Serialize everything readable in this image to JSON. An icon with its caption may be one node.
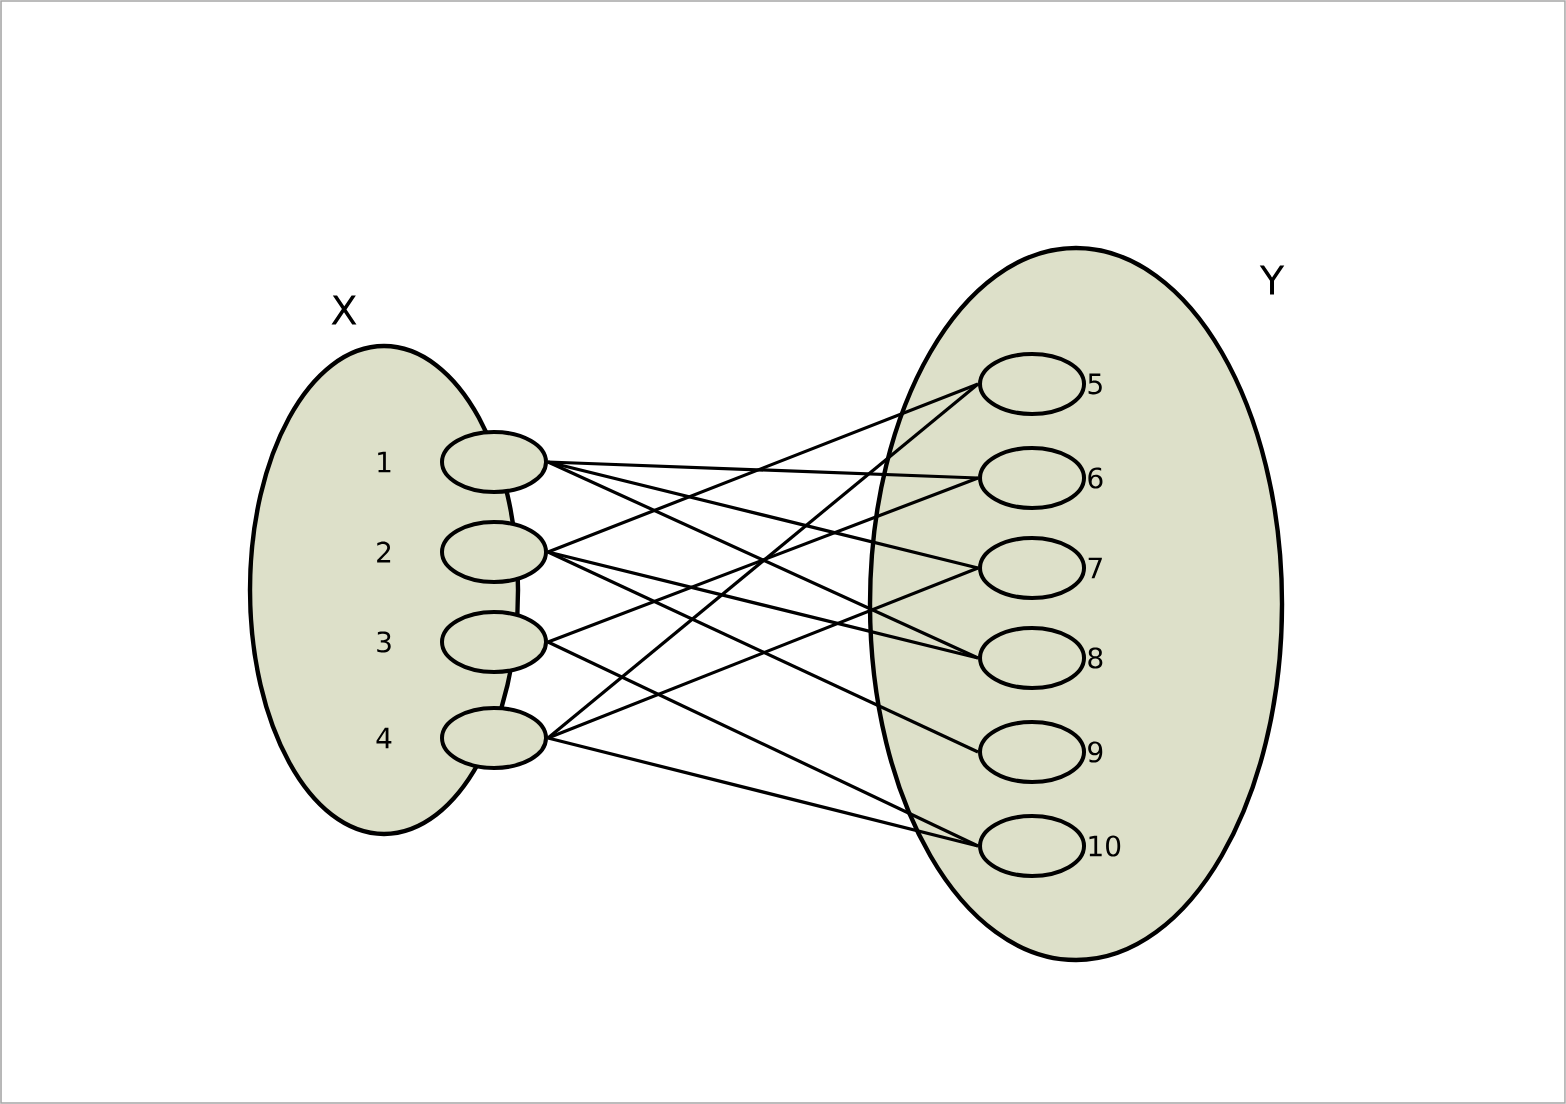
{
  "diagram": {
    "nodes": [
      {
        "text": [
          "X"
        ]
      },
      {
        "text": [],
        "shape": "circle",
        "in": 0,
        "beside": [
          "1"
        ]
      },
      {
        "text": [],
        "shape": "circle",
        "in": 0,
        "beside": [
          "2"
        ]
      },
      {
        "text": [],
        "shape": "circle",
        "in": 0,
        "beside": [
          "3"
        ]
      },
      {
        "text": [],
        "shape": "circle",
        "in": 0,
        "beside": [
          "4"
        ]
      },
      {
        "text": [
          "Y"
        ]
      },
      {
        "text": [],
        "shape": "circle",
        "in": 5,
        "beside": [
          "5"
        ]
      },
      {
        "text": [],
        "shape": "circle",
        "in": 5,
        "beside": [
          "6"
        ]
      },
      {
        "text": [],
        "shape": "circle",
        "in": 5,
        "beside": [
          "7"
        ]
      },
      {
        "text": [],
        "shape": "circle",
        "in": 5,
        "beside": [
          "8"
        ]
      },
      {
        "text": [],
        "shape": "circle",
        "in": 5,
        "beside": [
          "9"
        ]
      },
      {
        "text": [],
        "shape": "circle",
        "in": 5,
        "beside": [
          "10"
        ]
      }
    ],
    "edges": [
      {
        "from": 1,
        "to": 7,
        "arrow": "none"
      },
      {
        "from": 1,
        "to": 8,
        "arrow": "none"
      },
      {
        "from": 1,
        "to": 9,
        "arrow": "none"
      },
      {
        "from": 2,
        "to": 6,
        "arrow": "none"
      },
      {
        "from": 2,
        "to": 9,
        "arrow": "none"
      },
      {
        "from": 2,
        "to": 10,
        "arrow": "none"
      },
      {
        "from": 3,
        "to": 7,
        "arrow": "none"
      },
      {
        "from": 3,
        "to": 11,
        "arrow": "none"
      },
      {
        "from": 4,
        "to": 6,
        "arrow": "none"
      },
      {
        "from": 4,
        "to": 8,
        "arrow": "none"
      },
      {
        "from": 4,
        "to": 11,
        "arrow": "none"
      }
    ]
  }
}
